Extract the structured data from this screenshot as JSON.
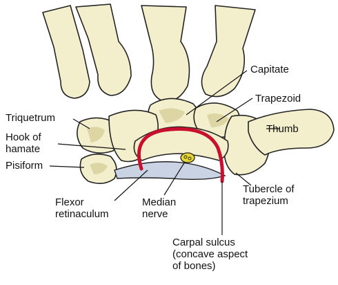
{
  "labels": {
    "capitate": "Capitate",
    "trapezoid": "Trapezoid",
    "triquetrum": "Triquetrum",
    "thumb": "Thumb",
    "hook_of_hamate": [
      "Hook of",
      "hamate"
    ],
    "pisiform": "Pisiform",
    "tubercle_of_trapezium": [
      "Tubercle of",
      "trapezium"
    ],
    "flexor_retinaculum": [
      "Flexor",
      "retinaculum"
    ],
    "median_nerve": [
      "Median",
      "nerve"
    ],
    "carpal_sulcus": [
      "Carpal sulcus",
      "(concave aspect",
      "of bones)"
    ]
  },
  "colors": {
    "bone_fill": "#f3efcc",
    "bone_shade": "#ddd6a4",
    "outline": "#222222",
    "sulcus_red": "#c8102e",
    "ligament_blue": "#c9d3e3",
    "nerve_yellow": "#e6d830"
  }
}
